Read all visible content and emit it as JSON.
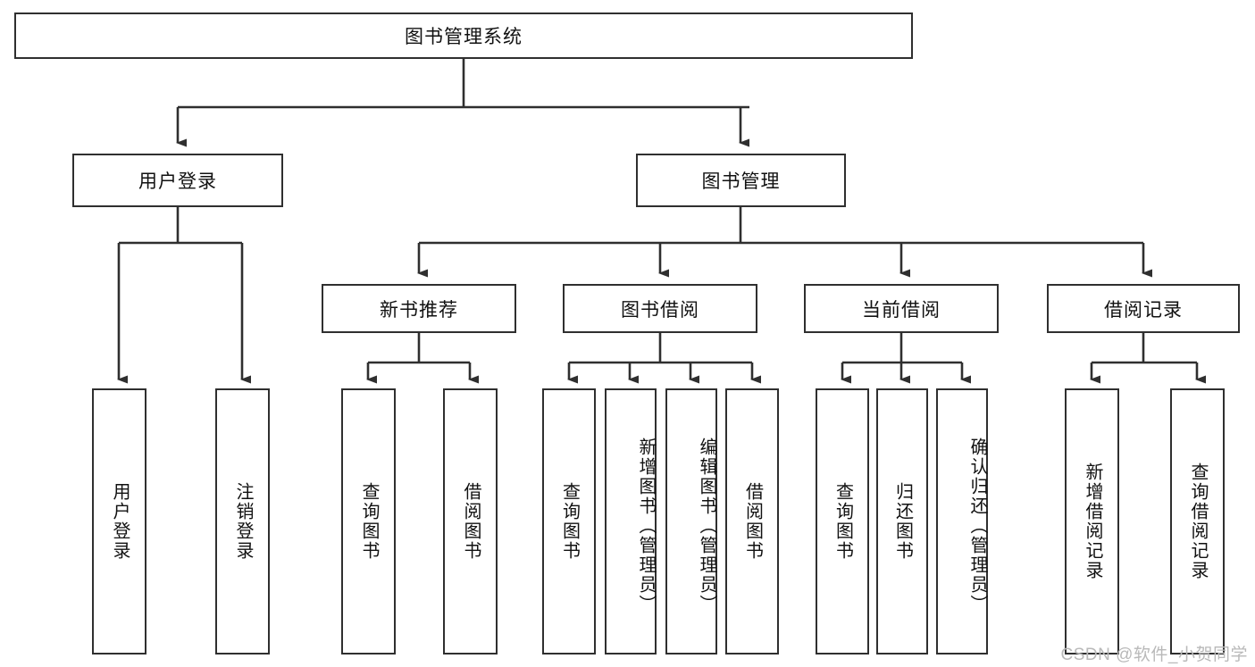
{
  "diagram": {
    "title": "图书管理系统",
    "type": "tree-hierarchy-diagram",
    "colors": {
      "box_border": "#2f2f2f",
      "box_fill": "#ffffff",
      "connector": "#2f2f2f",
      "text": "#111111",
      "watermark": "#b9b9b9"
    },
    "root": {
      "label": "图书管理系统"
    },
    "level2": [
      {
        "label": "用户登录"
      },
      {
        "label": "图书管理"
      }
    ],
    "level3": [
      {
        "label": "新书推荐"
      },
      {
        "label": "图书借阅"
      },
      {
        "label": "当前借阅"
      },
      {
        "label": "借阅记录"
      }
    ],
    "leaves": {
      "user_login": [
        {
          "label": "用户登录"
        },
        {
          "label": "注销登录"
        }
      ],
      "new_book_recommend": [
        {
          "label": "查询图书"
        },
        {
          "label": "借阅图书"
        }
      ],
      "book_borrow": [
        {
          "label": "查询图书"
        },
        {
          "label": "新增图书（管理员）"
        },
        {
          "label": "编辑图书（管理员）"
        },
        {
          "label": "借阅图书"
        }
      ],
      "current_borrow": [
        {
          "label": "查询图书"
        },
        {
          "label": "归还图书"
        },
        {
          "label": "确认归还（管理员）"
        }
      ],
      "borrow_record": [
        {
          "label": "新增借阅记录"
        },
        {
          "label": "查询借阅记录"
        }
      ]
    },
    "watermark": "CSDN @软件_小贺同学"
  }
}
